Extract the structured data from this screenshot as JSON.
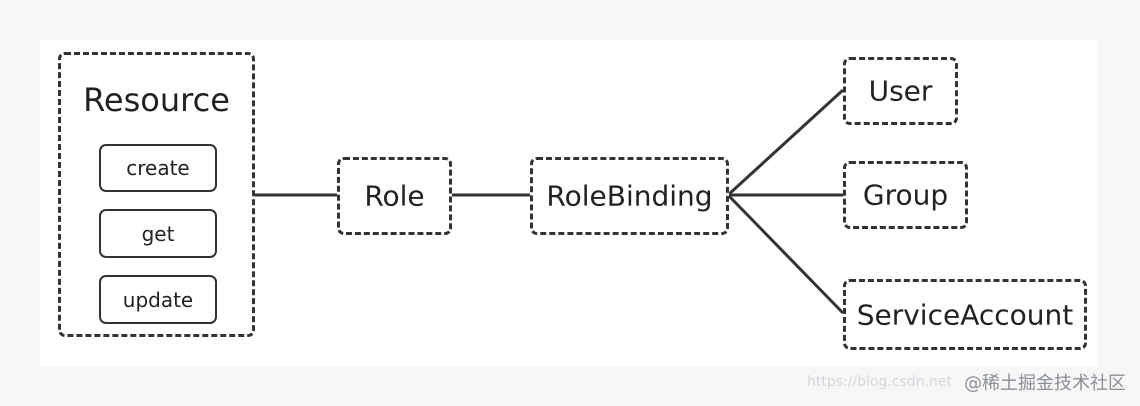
{
  "diagram": {
    "resource": {
      "title": "Resource",
      "actions": [
        "create",
        "get",
        "update"
      ]
    },
    "role": "Role",
    "role_binding": "RoleBinding",
    "subjects": [
      "User",
      "Group",
      "ServiceAccount"
    ]
  },
  "watermark": {
    "url_text": "https://blog.csdn.net",
    "brand": "@稀土掘金技术社区"
  },
  "colors": {
    "line": "#333333",
    "panel": "#ffffff",
    "page_background": "#f7f7f7"
  }
}
